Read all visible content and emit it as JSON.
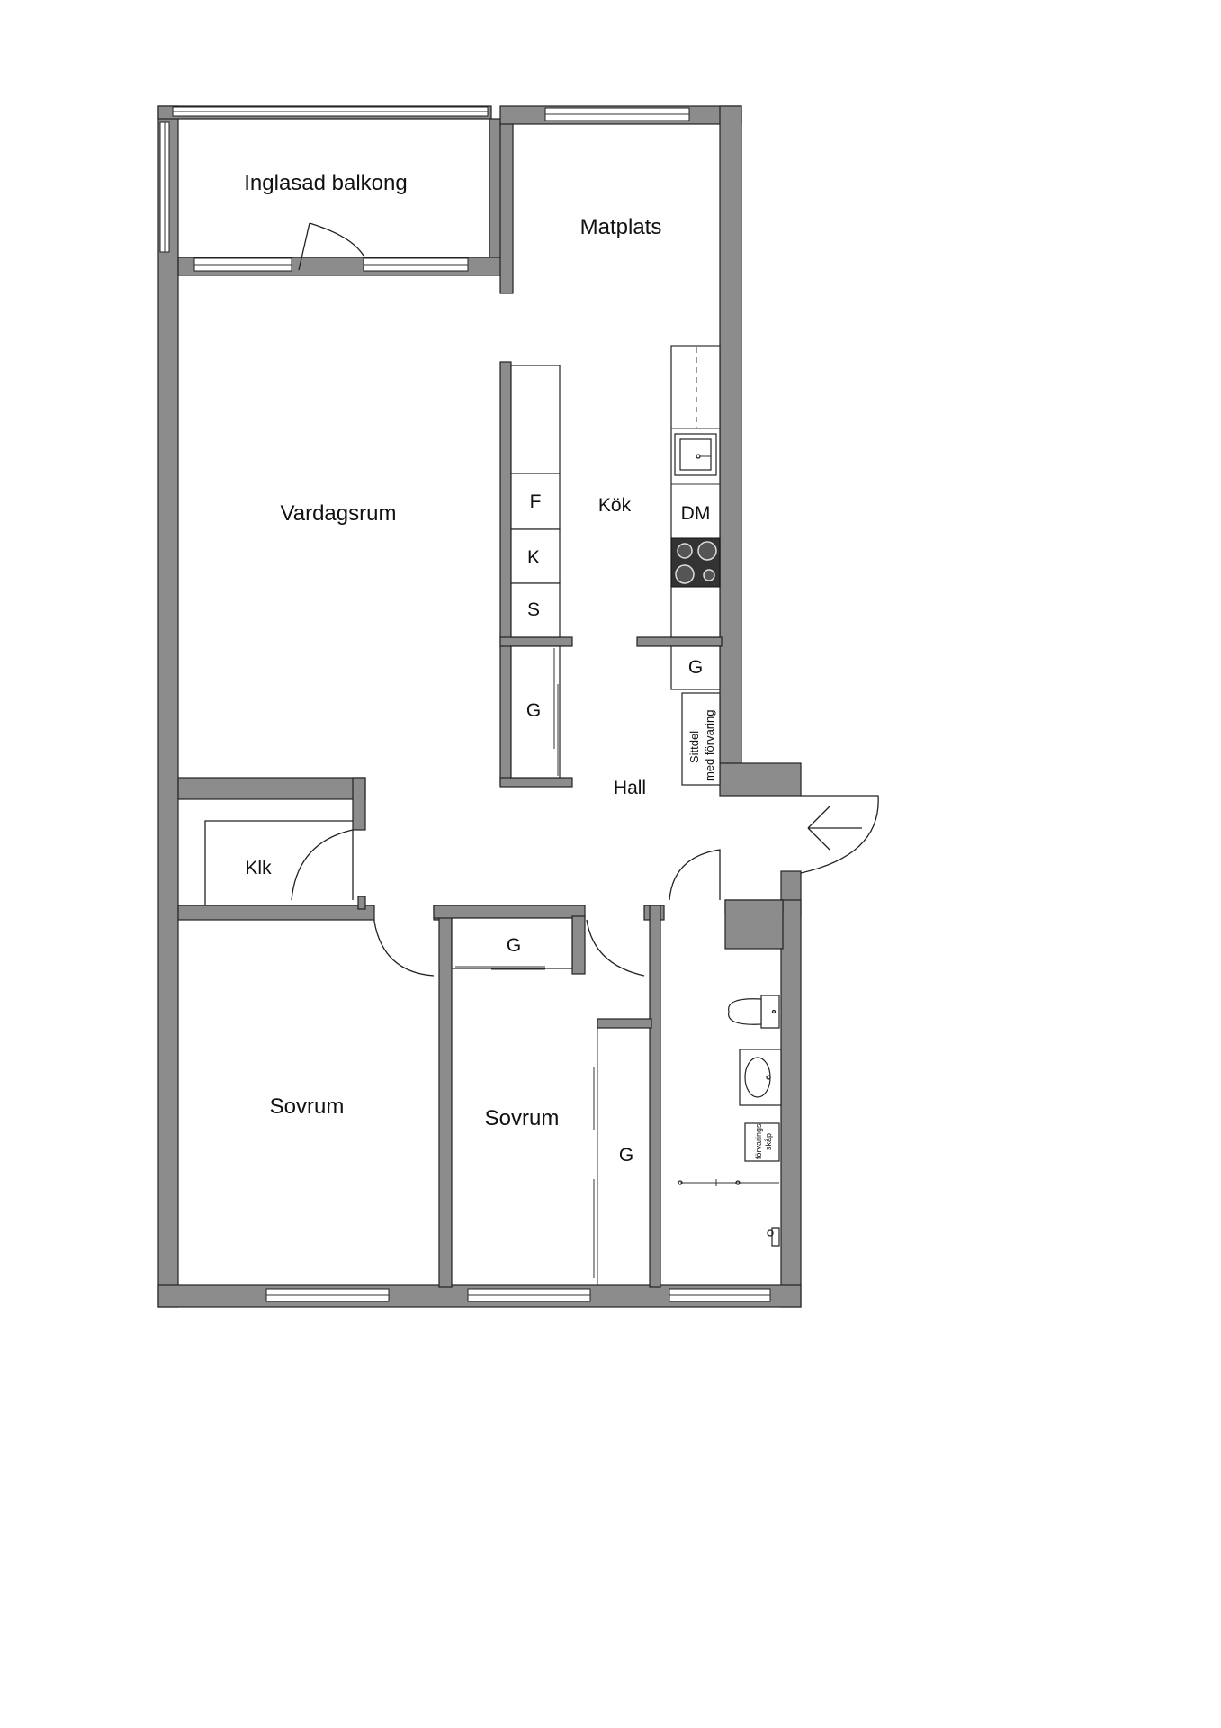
{
  "rooms": {
    "balcony": "Inglasad balkong",
    "dining": "Matplats",
    "living": "Vardagsrum",
    "kitchen": "Kök",
    "hall": "Hall",
    "closet": "Klk",
    "bedroom_left": "Sovrum",
    "bedroom_middle": "Sovrum"
  },
  "fixtures": {
    "fridge": "F",
    "kitchen_k": "K",
    "kitchen_s": "S",
    "dishwasher": "DM",
    "wardrobe": "G",
    "bench_line1": "Sittdel",
    "bench_line2": "med förvaring",
    "bath_cabinet_line1": "förvarings",
    "bath_cabinet_line2": "skåp"
  },
  "colors": {
    "wall": "#8c8c8c",
    "line": "#222222",
    "background": "#ffffff"
  }
}
